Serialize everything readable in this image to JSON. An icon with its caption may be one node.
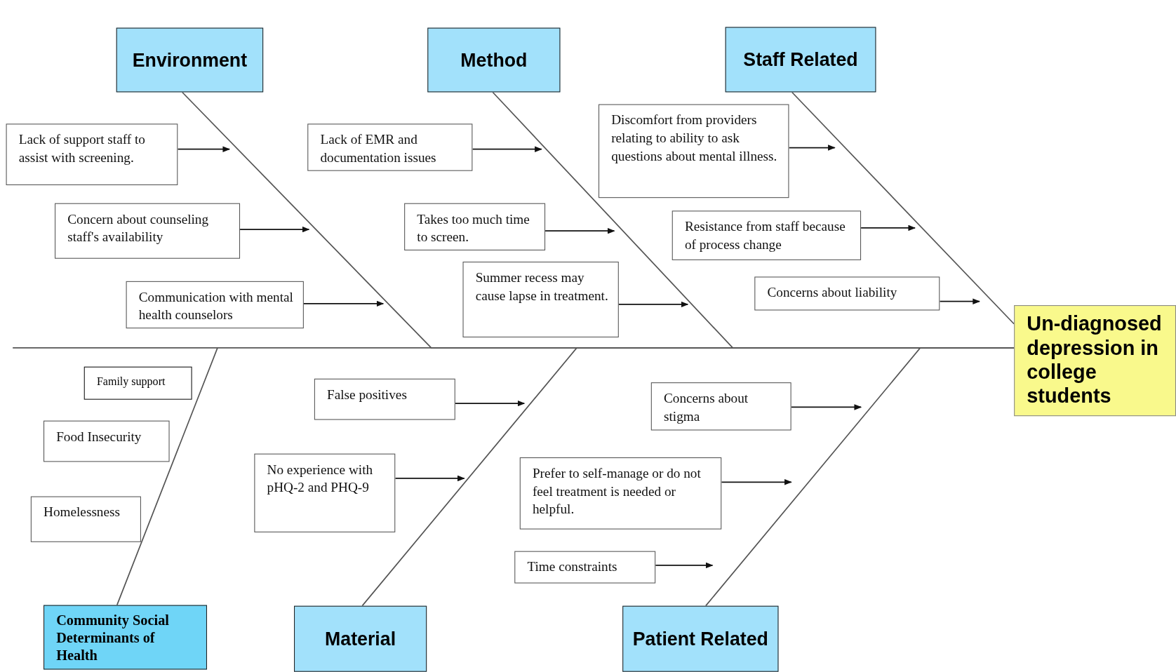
{
  "diagram": {
    "nodes": [
      {
        "text": [
          "Environment"
        ]
      },
      {
        "text": [
          "Method"
        ]
      },
      {
        "text": [
          "Staff Related"
        ]
      },
      {
        "text": [
          "Un-diagnosed depression in college students"
        ]
      },
      {
        "text": [
          "Lack of support staff to assist with screening."
        ]
      },
      {
        "text": [
          "Concern about counseling staff's availability"
        ]
      },
      {
        "text": [
          "Communication with mental health counselors"
        ]
      },
      {
        "text": [
          "Lack of EMR and documentation issues"
        ]
      },
      {
        "text": [
          "Takes too much time to screen."
        ]
      },
      {
        "text": [
          "Summer recess may cause lapse in treatment."
        ]
      },
      {
        "text": [
          "Discomfort from providers relating to ability to ask questions about mental illness."
        ]
      },
      {
        "text": [
          "Resistance from staff because of process change"
        ]
      },
      {
        "text": [
          "Concerns about liability"
        ]
      },
      {
        "text": [
          "Community Social Determinants of Health"
        ]
      },
      {
        "text": [
          "Family support"
        ]
      },
      {
        "text": [
          "Food Insecurity"
        ]
      },
      {
        "text": [
          "Homelessness"
        ]
      },
      {
        "text": [
          "False positives"
        ]
      },
      {
        "text": [
          "No experience with pHQ-2 and PHQ-9"
        ]
      },
      {
        "text": [
          "Material"
        ]
      },
      {
        "text": [
          "Concerns about stigma"
        ]
      },
      {
        "text": [
          "Prefer to self-manage or do not feel treatment is needed or helpful."
        ]
      },
      {
        "text": [
          "Time constraints"
        ]
      },
      {
        "text": [
          "Patient Related"
        ]
      }
    ],
    "edges": [
      {
        "from": 0,
        "to": 3,
        "arrow": "none"
      },
      {
        "from": 1,
        "to": 3,
        "arrow": "none"
      },
      {
        "from": 2,
        "to": 3,
        "arrow": "none"
      },
      {
        "from": 13,
        "to": 3,
        "arrow": "none"
      },
      {
        "from": 19,
        "to": 3,
        "arrow": "none"
      },
      {
        "from": 23,
        "to": 3,
        "arrow": "none"
      },
      {
        "from": 4,
        "to": null,
        "arrow": "to"
      },
      {
        "from": 5,
        "to": null,
        "arrow": "to"
      },
      {
        "from": 6,
        "to": null,
        "arrow": "to"
      },
      {
        "from": 7,
        "to": null,
        "arrow": "to"
      },
      {
        "from": 8,
        "to": null,
        "arrow": "to"
      },
      {
        "from": 9,
        "to": null,
        "arrow": "to"
      },
      {
        "from": 10,
        "to": null,
        "arrow": "to"
      },
      {
        "from": 11,
        "to": null,
        "arrow": "to"
      },
      {
        "from": 12,
        "to": null,
        "arrow": "to"
      },
      {
        "from": 17,
        "to": null,
        "arrow": "to"
      },
      {
        "from": 18,
        "to": null,
        "arrow": "to"
      },
      {
        "from": 20,
        "to": null,
        "arrow": "to"
      },
      {
        "from": 21,
        "to": null,
        "arrow": "to"
      },
      {
        "from": 22,
        "to": null,
        "arrow": "to"
      }
    ]
  }
}
